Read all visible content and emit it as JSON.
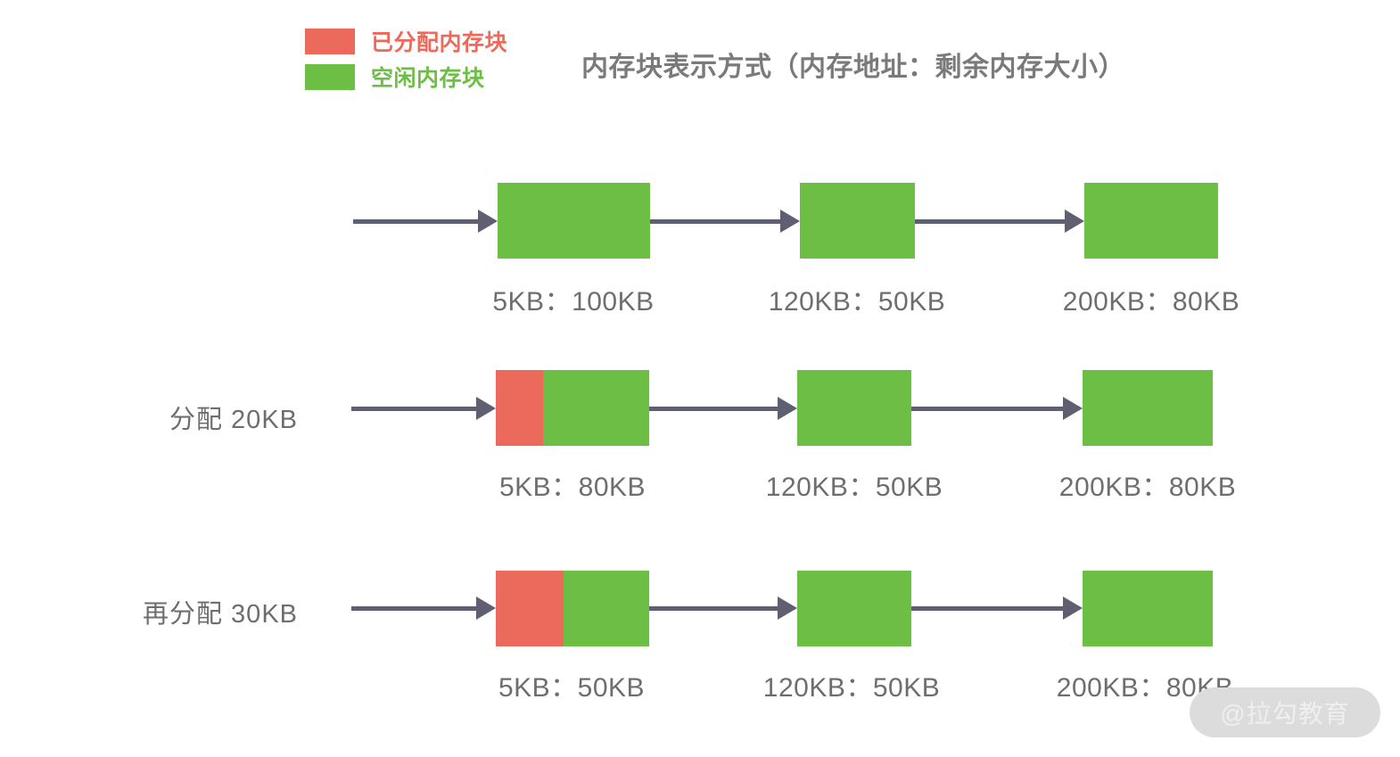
{
  "diagram": {
    "title": "内存块表示方式（内存地址：剩余内存大小）",
    "legend": [
      {
        "key": "allocated",
        "label": "已分配内存块",
        "color": "#ec6a5c"
      },
      {
        "key": "free",
        "label": "空闲内存块",
        "color": "#6cbe45"
      }
    ],
    "colors": {
      "allocated": "#ec6a5c",
      "free": "#6cbe45",
      "arrow": "#5f5f72",
      "text": "#6e6e6e",
      "title": "#7a7a7a",
      "background": "#ffffff",
      "watermark_pill": "#dcdcdc",
      "watermark_text": "#efefef"
    },
    "rows": [
      {
        "id": "initial",
        "label": "",
        "blocks": [
          {
            "caption": "5KB：100KB",
            "address": "5KB",
            "remaining": "100KB",
            "used_percent": 0,
            "free_percent": 100
          },
          {
            "caption": "120KB：50KB",
            "address": "120KB",
            "remaining": "50KB",
            "used_percent": 0,
            "free_percent": 100
          },
          {
            "caption": "200KB：80KB",
            "address": "200KB",
            "remaining": "80KB",
            "used_percent": 0,
            "free_percent": 100
          }
        ]
      },
      {
        "id": "allocate-20kb",
        "label": "分配 20KB",
        "blocks": [
          {
            "caption": "5KB：80KB",
            "address": "5KB",
            "remaining": "80KB",
            "used_percent": 31,
            "free_percent": 69
          },
          {
            "caption": "120KB：50KB",
            "address": "120KB",
            "remaining": "50KB",
            "used_percent": 0,
            "free_percent": 100
          },
          {
            "caption": "200KB：80KB",
            "address": "200KB",
            "remaining": "80KB",
            "used_percent": 0,
            "free_percent": 100
          }
        ]
      },
      {
        "id": "reallocate-30kb",
        "label": "再分配 30KB",
        "blocks": [
          {
            "caption": "5KB：50KB",
            "address": "5KB",
            "remaining": "50KB",
            "used_percent": 44,
            "free_percent": 56
          },
          {
            "caption": "120KB：50KB",
            "address": "120KB",
            "remaining": "50KB",
            "used_percent": 0,
            "free_percent": 100
          },
          {
            "caption": "200KB：80KB",
            "address": "200KB",
            "remaining": "80KB",
            "used_percent": 0,
            "free_percent": 100
          }
        ]
      }
    ],
    "watermark": "@拉勾教育"
  }
}
